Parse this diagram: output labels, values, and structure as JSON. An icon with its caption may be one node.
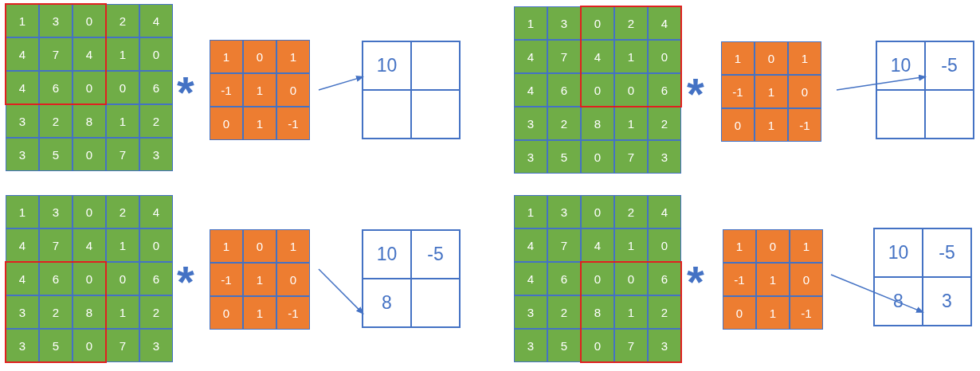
{
  "diagram": {
    "nodes": [
      {
        "text": [
          "10"
        ]
      },
      {
        "text": [],
        "shape": "box"
      },
      {
        "text": [],
        "shape": "box"
      },
      {
        "text": [],
        "shape": "box"
      },
      {
        "text": [
          "10"
        ]
      },
      {
        "text": [
          "-5"
        ]
      },
      {
        "text": [],
        "shape": "box"
      },
      {
        "text": [],
        "shape": "box"
      },
      {
        "text": [
          "10"
        ]
      },
      {
        "text": [
          "-5"
        ]
      },
      {
        "text": [
          "8"
        ]
      },
      {
        "text": [],
        "shape": "box"
      },
      {
        "text": [
          "10"
        ]
      },
      {
        "text": [
          "-5"
        ]
      },
      {
        "text": [
          "8"
        ]
      },
      {
        "text": [
          "3"
        ]
      }
    ],
    "edges": [
      {
        "from": null,
        "to": 0,
        "arrow": "to"
      },
      {
        "from": null,
        "to": 5,
        "arrow": "to"
      },
      {
        "from": null,
        "to": 10,
        "arrow": "to"
      },
      {
        "from": null,
        "to": 15,
        "arrow": "to"
      }
    ],
    "labels": [
      "1",
      "3",
      "0",
      "2",
      "4",
      "4",
      "7",
      "4",
      "1",
      "0",
      "4",
      "6",
      "0",
      "0",
      "6",
      "3",
      "2",
      "8",
      "1",
      "2",
      "3",
      "5",
      "0",
      "7",
      "3",
      "*",
      "1",
      "0",
      "1",
      "-1",
      "1",
      "0",
      "0",
      "1",
      "-1",
      "1",
      "3",
      "0",
      "2",
      "4",
      "4",
      "7",
      "4",
      "1",
      "0",
      "4",
      "6",
      "0",
      "0",
      "6",
      "3",
      "2",
      "8",
      "1",
      "2",
      "3",
      "5",
      "0",
      "7",
      "3",
      "*",
      "1",
      "0",
      "1",
      "-1",
      "1",
      "0",
      "0",
      "1",
      "-1",
      "1",
      "3",
      "0",
      "2",
      "4",
      "4",
      "7",
      "4",
      "1",
      "0",
      "4",
      "6",
      "0",
      "0",
      "6",
      "3",
      "2",
      "8",
      "1",
      "2",
      "3",
      "5",
      "0",
      "7",
      "3",
      "*",
      "1",
      "0",
      "1",
      "-1",
      "1",
      "0",
      "0",
      "1",
      "-1",
      "1",
      "3",
      "0",
      "2",
      "4",
      "4",
      "7",
      "4",
      "1",
      "0",
      "4",
      "6",
      "0",
      "0",
      "6",
      "3",
      "2",
      "8",
      "1",
      "2",
      "3",
      "5",
      "0",
      "7",
      "3",
      "*",
      "1",
      "0",
      "1",
      "-1",
      "1",
      "0",
      "0",
      "1",
      "-1"
    ]
  }
}
